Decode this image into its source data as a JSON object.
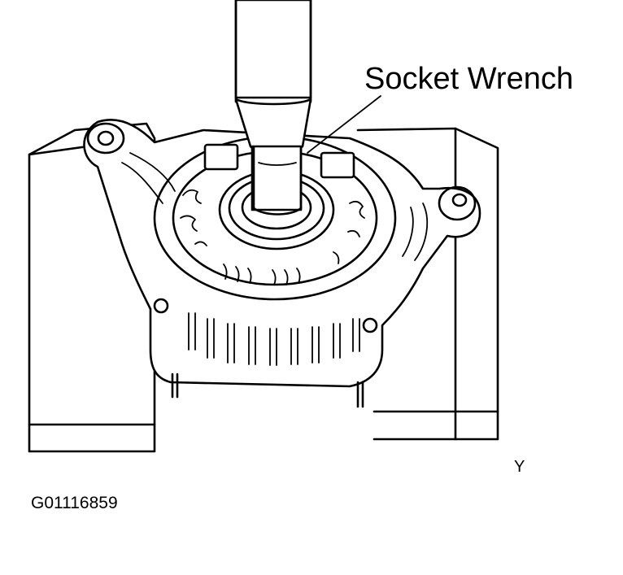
{
  "labels": {
    "callout": "Socket Wrench",
    "view_letter": "Y",
    "figure_id": "G01116859"
  }
}
